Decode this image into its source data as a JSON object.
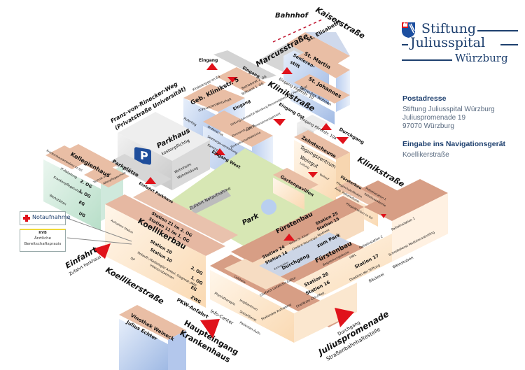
{
  "logo": {
    "line1": "Stiftung",
    "line2": "Juliusspital",
    "line3": "Würzburg"
  },
  "postal": {
    "heading": "Postadresse",
    "lines": [
      "Stiftung Juliusspital Würzburg",
      "Juliuspromenade 19",
      "97070 Würzburg"
    ]
  },
  "navigation": {
    "heading": "Eingabe ins Navigationsgerät",
    "value": "Koellikerstraße"
  },
  "legend": {
    "emergency": "Notaufnahme",
    "doctor_line1": "Ärztliche",
    "doctor_line2": "Bereitschaftspraxis",
    "doctor_logo": "KVB"
  },
  "streets": {
    "bahnhof": "Bahnhof",
    "kaiserstrasse": "Kaiserstraße",
    "marcusstrasse": "Marcusstraße",
    "klinikstrasse_north": "Klinikstraße",
    "klinikstrasse_east": "Klinikstraße",
    "franz_weg": "Franz-von-Rinecker-Weg",
    "franz_weg_sub": "(Privatstraße Universität)",
    "koellikerstrasse": "Koellikerstraße",
    "juliuspromenade": "Juliuspromenade",
    "juliuspromenade_sub": "Straßenbahnhaltestelle",
    "zufahrt_notaufnahme": "Zufahrt Notaufnahme"
  },
  "entrances": {
    "eingang_a": "Eingang",
    "eingang_b": "Eingang",
    "eingang_c": "Eingang",
    "eingang_k10": "Eingang Klinikstr. 10",
    "eingang_ost": "Eingang Ost",
    "eingang_k10a": "Eingang Klinikstr. 10a",
    "eingang_west": "Eingang West",
    "durchgang_north": "Durchgang",
    "einfahrt_parkhaus": "Einfahrt Parkhaus",
    "einfahrt": "Einfahrt",
    "einfahrt_sub": "Zufahrt Parkhaus",
    "haupteingang_1": "Haupteingang",
    "haupteingang_2": "Krankenhaus",
    "durchgang_south": "Durchgang",
    "pkw_anfahrt": "PKW-Anfahrt"
  },
  "buildings": {
    "st_elisabeth": "St. Elisabeth",
    "st_martin": "St. Martin",
    "seniorenstift_1": "Senioren-",
    "seniorenstift_2": "stift",
    "st_johannes": "St. Johannes",
    "betreutes_wohnen": "Betreutes Wohnen",
    "geb_klinikstr5": "Geb. Klinikstr. 5",
    "kinderkrippe": "Kinderkrippe im EG",
    "betriebsrat": "Betriebsrat 2. OG",
    "stiftsamt": "Stiftsamt 1. OG",
    "it_finanzen": "IT/Finanzen/Wirtschaft",
    "rufbereitschaft": "Ruferfolg",
    "ordensschwestern": "Ordenschw.",
    "seelsorge": "Seelsorge-verwaltung",
    "kantine": "Kantine",
    "stiftung_verw": "Stiftung Juliusspital Würzburg Personalabteilung / Personalrat",
    "pflege_schule": "Ehrenamtl. Dienst",
    "kws_personal": "KWM Personalmanagement",
    "zentralkueche": "Zentralküche/Diätküche",
    "parkhaus": "Parkhaus",
    "parkhaus_sub": "kostenpflichtig",
    "parkplaetze": "Parkplätze",
    "wohnheim_1": "Wohnheim",
    "wohnheim_2": "Wohnbildung",
    "kollegienhaus": "Kollegienhaus",
    "kh_2og": "2. OG",
    "kh_1og": "1. OG",
    "kh_eg": "EG",
    "kh_ug": "UG",
    "kh_it": "IT-Abteilung",
    "kh_krankenpflege": "Krankenpflegeschule",
    "kh_werkstaetten": "Werkstätten",
    "kh_ambulanz": "Krankenhausambulanz im EG",
    "technik": "Technik im EG",
    "altenpflege": "Altenpflegeschule",
    "zehntscheune": "Zehntscheune",
    "tagungszentrum": "Tagungszentrum",
    "weingut": "Weingut",
    "weingut_sub": "Leitung",
    "verkauf": "Verkauf",
    "gartenpavillon": "Gartenpavillon",
    "park": "Park",
    "foersterbau": "Försterbau",
    "foersterbau_sub1": "Pflegeschule/Medizin",
    "foersterbau_sub2": "Amb. Palliativdienst",
    "palliativstation1": "Palliativstation 1",
    "palliativakademie": "Palliativakademie",
    "pflegedirektion": "Pflegedirektion im EG",
    "koellikerbau": "Koellikerbau",
    "station21": "Station 21 im 2. OG",
    "station11": "Station 11 im 1. OG",
    "station20": "Station 20",
    "station10": "Station 10",
    "notaufn_radiologie": "Notaufn./Radiologie/ Ambul. Diagnost./MRT",
    "op": "OP",
    "intensiv": "Intensivstationen",
    "aufnahme": "Aufnahme Station",
    "floor_2og": "2. OG",
    "floor_1og": "1. OG",
    "floor_eg": "EG",
    "floor_zwg": "ZWG",
    "fuerstenbau_n": "Fürstenbau",
    "station25": "Station 25",
    "station15": "Station 15",
    "apotheke": "Apotheke",
    "station24": "Station 24",
    "station14": "Station 14",
    "kirche": "Kirche St. Kilian",
    "chefarzt_neuro": "Chefarzt Neurologie",
    "zentral_labor": "Zentral-labor",
    "durchgang_park1": "Durchgang",
    "durchgang_park2": "zum Park",
    "fuerstenbau_s": "Fürstenbau",
    "besprechung": "Besprechungsräume",
    "hwl": "HWL",
    "palliativstation2": "Palliativstation 2",
    "palliativstation1b": "Palliativstation 1",
    "station17": "Station 17",
    "direktion": "Direktion der Stiftung",
    "schreibdienst": "Schreibdienst Medizincontrolling",
    "baeckerei": "Bäckerei",
    "weinstuben": "Weinstuben",
    "station26": "Station 26",
    "station16": "Station 16",
    "chefarzt_unfall": "Chefarzt Unfallchir./Labor",
    "chefarzt_chir": "Chefärzte Chir./Med.",
    "stationaere_aufnahme": "Stationäre Aufnahme",
    "cafeteria": "Cafeteria",
    "physiotherapie": "Physiotherapie",
    "impfzentrum": "Impfzentrum",
    "sozialdienst": "Sozialdienst",
    "patienten_aufn": "Patienten-Aufn.",
    "info_center": "Info-Center",
    "vinothek_1": "Vinothek Weineck",
    "vinothek_2": "Julius Echter"
  },
  "colors": {
    "brand_blue": "#1d3f6e",
    "entrance_red": "#e0121b",
    "roof_salmon": "#e8bfa8",
    "roof_dark": "#d79e85",
    "park_green": "#d7e7b4",
    "wall_cream": "#fbe5c8",
    "wall_blue": "#c6d6ef",
    "wall_green": "#cfe9dc",
    "parking_grey": "#d9d9d9"
  }
}
